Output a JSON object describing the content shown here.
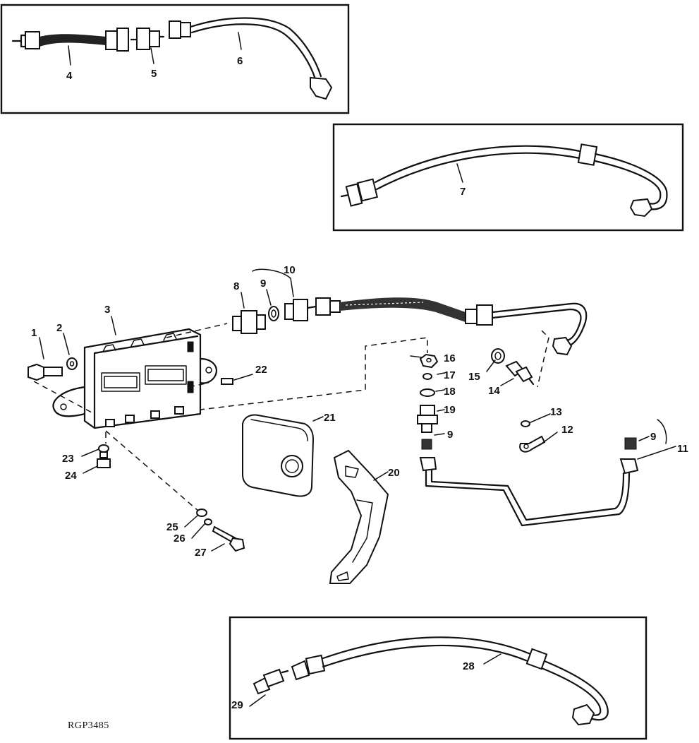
{
  "figure_ref": "RGP3485",
  "callouts": {
    "c1": "1",
    "c2": "2",
    "c3": "3",
    "c4": "4",
    "c5": "5",
    "c6": "6",
    "c7": "7",
    "c8": "8",
    "c9a": "9",
    "c9b": "9",
    "c9c": "9",
    "c10": "10",
    "c11": "11",
    "c12": "12",
    "c13": "13",
    "c14": "14",
    "c15": "15",
    "c16": "16",
    "c17": "17",
    "c18": "18",
    "c19": "19",
    "c20": "20",
    "c21": "21",
    "c22": "22",
    "c23": "23",
    "c24": "24",
    "c25": "25",
    "c26": "26",
    "c27": "27",
    "c28": "28",
    "c29": "29"
  },
  "colors": {
    "ink": "#111111",
    "paper": "#ffffff"
  }
}
